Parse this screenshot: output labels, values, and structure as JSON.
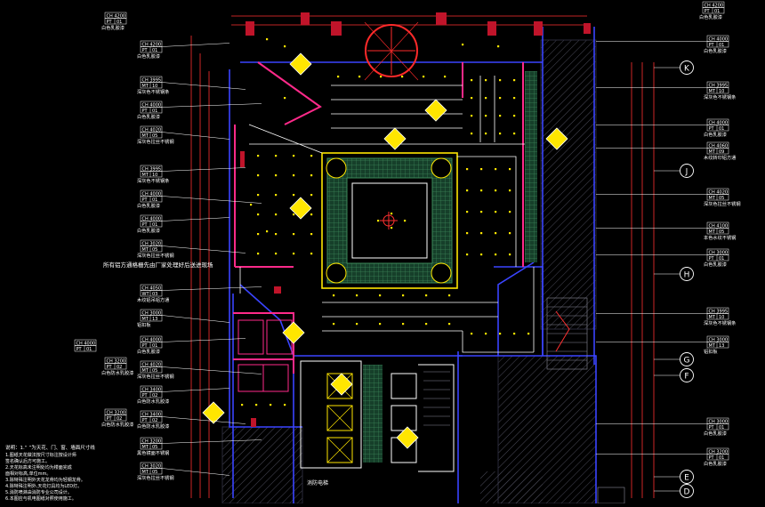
{
  "colors": {
    "background": "#000000",
    "wall": "#3a44ff",
    "partition": "#ff2a8a",
    "ceiling_line": "#ffffff",
    "light": "#ffe600",
    "dim_line": "#ff3030",
    "tag_text": "#ffffff",
    "detail_fill": "#1c5a38",
    "axis": "#ffffff",
    "hatch": "#5a5a6a"
  },
  "left_tags": [
    {
      "id": "lt1",
      "ch": "CH 4200",
      "code": "PT",
      "num": "01",
      "desc": "白色乳胶漆"
    },
    {
      "id": "lt2",
      "ch": "CH 3995",
      "code": "MT",
      "num": "10",
      "desc": "深灰色不锈钢条"
    },
    {
      "id": "lt3",
      "ch": "CH 4000",
      "code": "PT",
      "num": "01",
      "desc": "白色乳胶漆"
    },
    {
      "id": "lt4",
      "ch": "CH 4020",
      "code": "MT",
      "num": "05",
      "desc": "深灰色拉丝不锈钢"
    },
    {
      "id": "lt5",
      "ch": "CH 3995",
      "code": "MT",
      "num": "10",
      "desc": "深灰色不锈钢条"
    },
    {
      "id": "lt6",
      "ch": "CH 4000",
      "code": "PT",
      "num": "01",
      "desc": "白色乳胶漆"
    },
    {
      "id": "lt7",
      "ch": "CH 4000",
      "code": "PT",
      "num": "01",
      "desc": "白色乳胶漆"
    },
    {
      "id": "lt8",
      "ch": "CH 3020",
      "code": "MT",
      "num": "05",
      "desc": "深灰色拉丝不锈钢"
    },
    {
      "id": "lt9",
      "ch": "CH 4050",
      "code": "WT",
      "num": "03",
      "desc": "木纹铝吊铝方通"
    },
    {
      "id": "lt10",
      "ch": "CH 3000",
      "code": "MT",
      "num": "13",
      "desc": "铝扣板"
    },
    {
      "id": "lt11",
      "ch": "CH 4000",
      "code": "PT",
      "num": "01",
      "desc": "白色乳胶漆"
    },
    {
      "id": "lt12",
      "ch": "CH 4020",
      "code": "MT",
      "num": "05",
      "desc": "深灰色拉丝不锈钢"
    },
    {
      "id": "lt13",
      "ch": "CH 3400",
      "code": "PT",
      "num": "02",
      "desc": "白色防水乳胶漆"
    },
    {
      "id": "lt14",
      "ch": "CH 3400",
      "code": "PT",
      "num": "02",
      "desc": "白色防水乳胶漆"
    },
    {
      "id": "lt15",
      "ch": "CH 3200",
      "code": "MT",
      "num": "05",
      "desc": "黑色镜面不锈钢"
    },
    {
      "id": "lt16",
      "ch": "CH 3020",
      "code": "MT",
      "num": "05",
      "desc": "深灰色拉丝不锈钢"
    }
  ],
  "far_left_tags": [
    {
      "id": "fl1",
      "ch": "CH 4000",
      "code": "PT",
      "num": "01",
      "desc": ""
    },
    {
      "id": "fl2",
      "ch": "CH 3200",
      "code": "PT",
      "num": "02",
      "desc": "白色防水乳胶漆"
    },
    {
      "id": "fl3",
      "ch": "CH 3200",
      "code": "PT",
      "num": "02",
      "desc": "白色防水乳胶漆"
    }
  ],
  "left_note": "所有铝方通格栅先由厂家处理好后送进现场",
  "top_tags": [
    {
      "id": "tt1",
      "ch": "CH 4200",
      "code": "PT",
      "num": "01",
      "desc": "白色乳胶漆"
    },
    {
      "id": "tt2",
      "ch": "CH 4200",
      "code": "PT",
      "num": "01",
      "desc": "白色乳胶漆"
    }
  ],
  "right_tags": [
    {
      "id": "rt1",
      "ch": "CH 4000",
      "code": "PT",
      "num": "01",
      "desc": "白色乳胶漆"
    },
    {
      "id": "rt2",
      "ch": "CH 3995",
      "code": "MT",
      "num": "10",
      "desc": "深灰色不锈钢条"
    },
    {
      "id": "rt3",
      "ch": "CH 4000",
      "code": "PT",
      "num": "01",
      "desc": "白色乳胶漆"
    },
    {
      "id": "rt4",
      "ch": "CH 4060",
      "code": "MT",
      "num": "09",
      "desc": "木纹转印铝方通"
    },
    {
      "id": "rt5",
      "ch": "CH 4020",
      "code": "MT",
      "num": "05",
      "desc": "深灰色拉丝不锈钢"
    },
    {
      "id": "rt6",
      "ch": "CH 4100",
      "code": "MT",
      "num": "05",
      "desc": "本色水纹不锈钢"
    },
    {
      "id": "rt7",
      "ch": "CH 3000",
      "code": "PT",
      "num": "01",
      "desc": "白色乳胶漆"
    },
    {
      "id": "rt8",
      "ch": "CH 3995",
      "code": "MT",
      "num": "10",
      "desc": "深灰色不锈钢条"
    },
    {
      "id": "rt9",
      "ch": "CH 3000",
      "code": "MT",
      "num": "13",
      "desc": "铝扣板"
    },
    {
      "id": "rt10",
      "ch": "CH 3000",
      "code": "PT",
      "num": "01",
      "desc": "白色乳胶漆"
    },
    {
      "id": "rt11",
      "ch": "CH 3200",
      "code": "PT",
      "num": "01",
      "desc": "白色乳胶漆"
    }
  ],
  "grid_axes": [
    "K",
    "J",
    "H",
    "G",
    "F",
    "E",
    "D"
  ],
  "notes": {
    "heading": "说明：1.“ ”为天花、门、窗、墙面尺寸线",
    "lines": [
      "1.图纸天花做法按尺寸标注按设计师",
      "签名确认后方可施工。",
      "2.天花标高未注明处均为楼面完成",
      "面相对标高,单位mm。",
      "3.除特殊注明外天花龙骨均为轻钢龙骨。",
      "4.除特殊注明外,天花灯具均为LED灯。",
      "5.消防喷淋由消防专业公司设计。",
      "6.本图应与机电图纸对照使用施工。"
    ]
  },
  "room_label": "消防电梯"
}
